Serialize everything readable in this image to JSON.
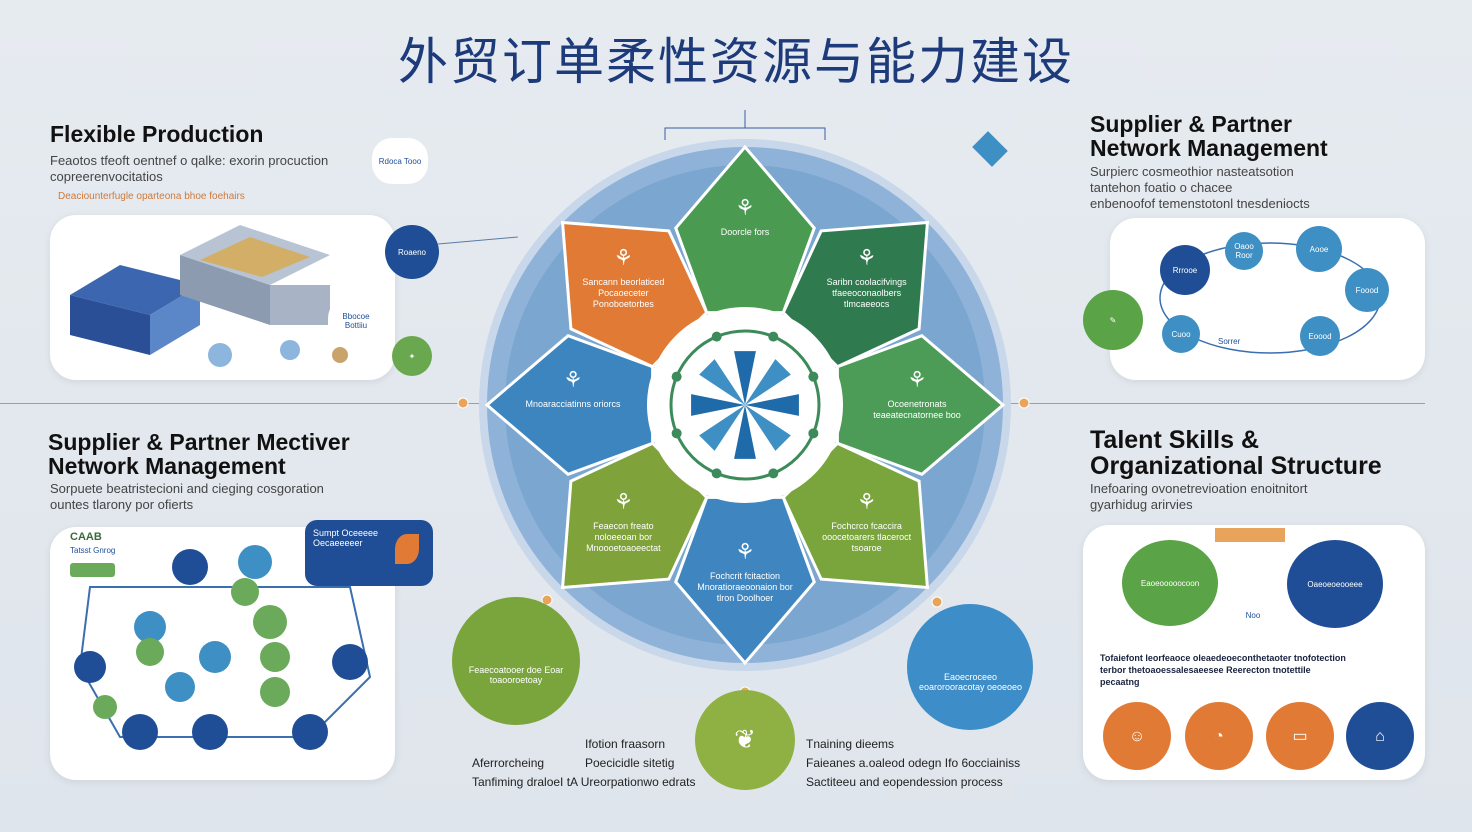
{
  "title": "外贸订单柔性资源与能力建设",
  "sections": {
    "top_left": {
      "heading": "Flexible Production",
      "desc1": "Feaotos tfeoft oentnef o qalke: exorin procuction",
      "desc2": "copreerenvocitatios",
      "note": "Deaciounterfugle oparteona bhoe foehairs"
    },
    "top_right": {
      "heading1": "Supplier & Partner",
      "heading2": "Network Management",
      "desc1": "Surpierc cosmeothior nasteatsotion",
      "desc2": "tantehon foatio o chacee",
      "desc3": "enbenoofof temenstotonl tnesdeniocts"
    },
    "bottom_left": {
      "heading1": "Supplier & Partner Mectiver",
      "heading2": "Network Management",
      "desc1": "Sorpuete beatristecioni and cieging cosgoration",
      "desc2": "ountes tlarony por ofierts",
      "card_label": "Tatsst Gnrog",
      "badge": "CAAB"
    },
    "bottom_right": {
      "heading1": "Talent Skills  &",
      "heading2": "Organizational Structure",
      "desc1": "Inefoaring ovonetrevioation enoitnitort",
      "desc2": "gyarhidug arirvies",
      "body1": "Tofaiefont leorfeaoce oleaedeoeconthetaoter tnofotection",
      "body2": "terbor thetoaoessalesaeesee Reerecton tnotettile",
      "body3": "pecaatng"
    }
  },
  "panels": [
    {
      "label": "Doorcle fors",
      "color": "#4a9a52"
    },
    {
      "label": "Saribn coolacifvings tfaeeoconaolbers tlmcaeeocs",
      "color": "#2f7a4e"
    },
    {
      "label": "Ocoenetronats teaeatecnatornee boo",
      "color": "#4c9c57"
    },
    {
      "label": "Fochcrco fcaccira ooocetoarers tlaceroct tsoaroe",
      "color": "#7aa53c"
    },
    {
      "label": "Fochcrit fcitaction Mnoratioraeoonaion bor tlron Doolhoer",
      "color": "#3f86c0"
    },
    {
      "label": "Feaecon freato noloeeoan bor Mnoooetoaoeectat",
      "color": "#7fa23a"
    },
    {
      "label": "Mnoaracciatinns oriorcs",
      "color": "#3c85bf"
    },
    {
      "label": "Sancann beorlaticed Pocaoeceter Ponoboetorbes",
      "color": "#e07a35"
    }
  ],
  "bottom_circles": {
    "left": {
      "label": "Feaecoatooer doe Eoar toaooroetoay",
      "color": "#7aa53c"
    },
    "right": {
      "label": "Eaoecroceeo eoarorooracotay oeoeoeo",
      "color": "#3c8dc8"
    }
  },
  "bottom_text": {
    "l1": "Ifotion fraasorn",
    "l2a": "Aferrorcheing",
    "l2b": "Poecicidle sitetig",
    "l3": "Tanfiming draloeI tA Ureorpationwo edrats",
    "r1": "Tnaining dieems",
    "r2": "Faieanes a.oaleod odegn Ifo 6occiainiss",
    "r3": "Sactiteeu and eopendession process"
  },
  "nodes": {
    "fp_1": "Roaeno",
    "fp_2": "Rdoca Tooo",
    "fp_3": "Bbocoe Bottiiu",
    "net_tr": [
      "Rrrooe",
      "Oaoo Roor",
      "Aooe",
      "Foood",
      "Eoood",
      "Cuoo",
      "Sorrer"
    ],
    "talent": [
      "Eaoeooooocoon",
      "Oaeoeoeooeee",
      "Noo"
    ],
    "sup_card": "Sumpt Oceeeee Oecaeeeeer"
  }
}
